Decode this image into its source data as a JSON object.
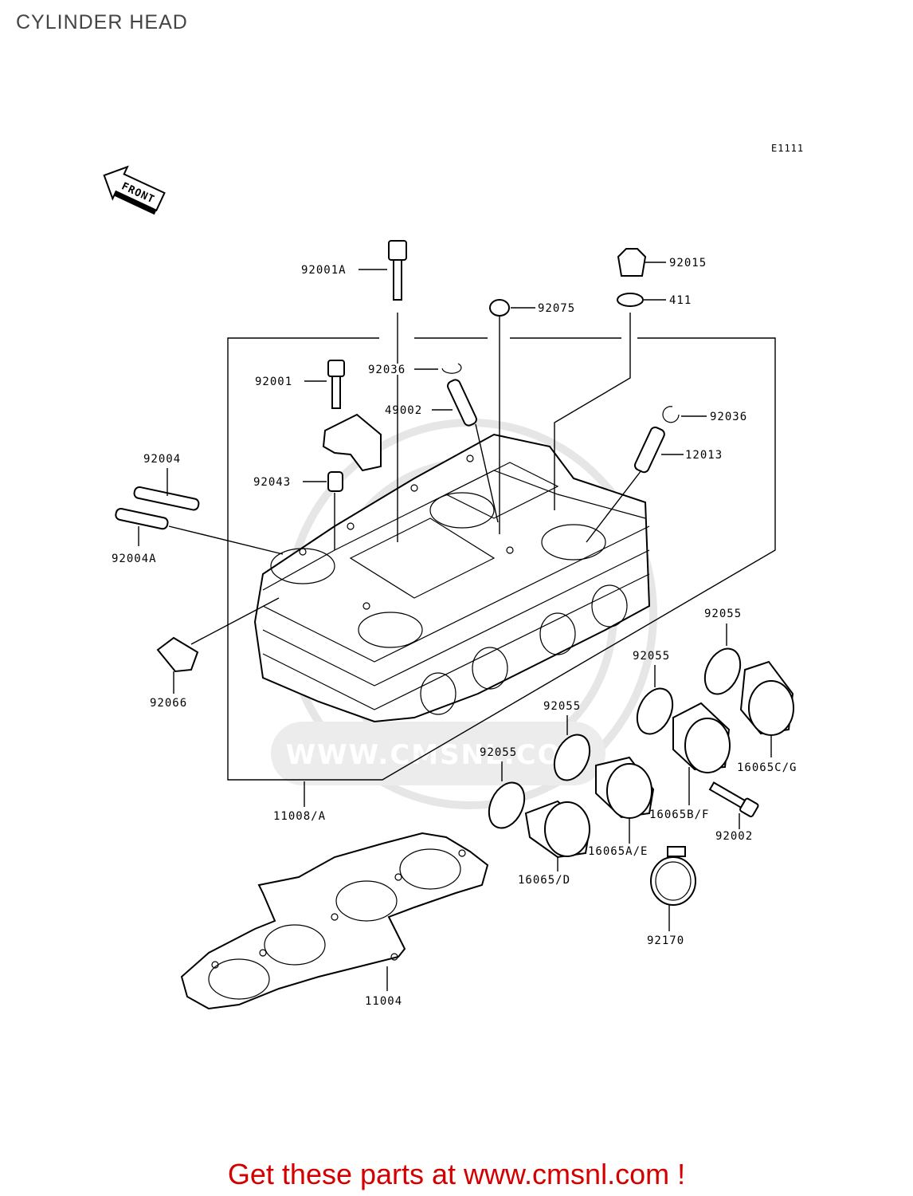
{
  "title": "CYLINDER HEAD",
  "diagram_code": "E1111",
  "front_label": "FRONT",
  "watermark": "WWW.CMSNL.COM",
  "cta": "Get these parts at www.cmsnl.com !",
  "parts": {
    "p92001A": "92001A",
    "p92015": "92015",
    "p92075": "92075",
    "p411": "411",
    "p92036_top": "92036",
    "p92001": "92001",
    "p49002": "49002",
    "p92036_right": "92036",
    "p12013": "12013",
    "p92004": "92004",
    "p92043": "92043",
    "p92004A": "92004A",
    "p92066": "92066",
    "p92055_a": "92055",
    "p92055_b": "92055",
    "p92055_c": "92055",
    "p92055_d": "92055",
    "p16065CG": "16065C/G",
    "p16065BF": "16065B/F",
    "p92002": "92002",
    "p16065AE": "16065A/E",
    "p11008A": "11008/A",
    "p16065D": "16065/D",
    "p92170": "92170",
    "p11004": "11004"
  }
}
